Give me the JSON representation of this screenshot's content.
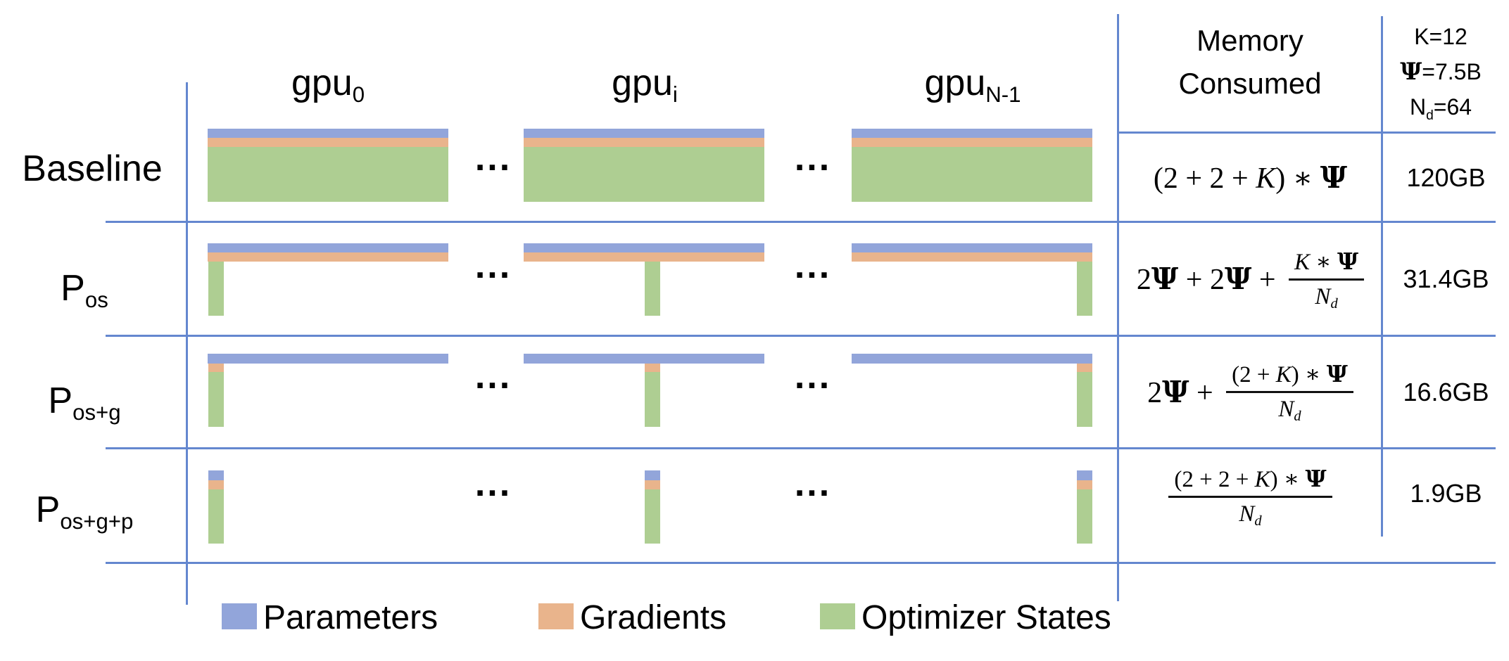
{
  "gpu_headers": [
    {
      "base": "gpu",
      "sub": "0"
    },
    {
      "base": "gpu",
      "sub": "i"
    },
    {
      "base": "gpu",
      "sub": "N-1"
    }
  ],
  "row_labels": [
    {
      "base": "Baseline",
      "sub": ""
    },
    {
      "base": "P",
      "sub": "os"
    },
    {
      "base": "P",
      "sub": "os+g"
    },
    {
      "base": "P",
      "sub": "os+g+p"
    }
  ],
  "memory_header": "Memory Consumed",
  "constants": {
    "k": "K=12",
    "psi_sym": "Ψ",
    "psi_rest": "=7.5B",
    "n_base": "N",
    "n_sub": "d",
    "n_rest": "=64"
  },
  "formulas": {
    "r1": {
      "pre": "(2 + 2 + ",
      "k": "K",
      "mid": ") ∗ ",
      "psi": "Ψ"
    },
    "r2": {
      "c1": "2",
      "p1": "Ψ",
      "c2": " + 2",
      "p2": "Ψ",
      "c3": " + ",
      "num_k": "K",
      "num_op": " ∗ ",
      "num_psi": "Ψ",
      "den_base": "N",
      "den_sub": "d"
    },
    "r3": {
      "c1": "2",
      "p1": "Ψ",
      "c2": " + ",
      "num_pre": "(2 + ",
      "num_k": "K",
      "num_mid": ") ∗ ",
      "num_psi": "Ψ",
      "den_base": "N",
      "den_sub": "d"
    },
    "r4": {
      "num_pre": "(2 + 2 + ",
      "num_k": "K",
      "num_mid": ") ∗ ",
      "num_psi": "Ψ",
      "den_base": "N",
      "den_sub": "d"
    }
  },
  "values": [
    "120GB",
    "31.4GB",
    "16.6GB",
    "1.9GB"
  ],
  "legend": [
    {
      "label": "Parameters"
    },
    {
      "label": "Gradients"
    },
    {
      "label": "Optimizer States"
    }
  ],
  "dots": "...",
  "colors": {
    "parameters": "#92A5DA",
    "gradients": "#E9B48C",
    "optimizer_states": "#AECE92",
    "grid_line": "#6487CF"
  }
}
